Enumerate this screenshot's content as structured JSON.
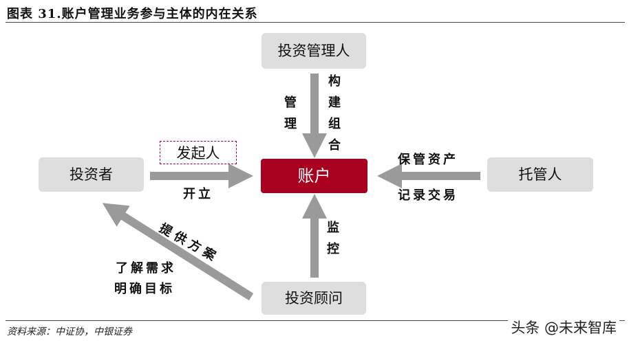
{
  "title": "图表 31.账户管理业务参与主体的内在关系",
  "nodes": {
    "center": "账户",
    "investment_manager": "投资管理人",
    "investor": "投资者",
    "custodian": "托管人",
    "advisor": "投资顾问",
    "sponsor": "发起人"
  },
  "edges": {
    "manager_left": "管理",
    "manager_right": "构建组合",
    "investor_label": "开立",
    "custodian_top": "保管资产",
    "custodian_bottom": "记录交易",
    "advisor_label": "监控",
    "advisor_diag": "提供方案",
    "advisor_left_1": "了解需求",
    "advisor_left_2": "明确目标"
  },
  "colors": {
    "accent": "#a8001e",
    "box": "#dedede",
    "arrow": "#9a9a9a"
  },
  "footer": {
    "source": "资料来源：中证协，中银证券",
    "watermark": "头条 @未来智库"
  }
}
